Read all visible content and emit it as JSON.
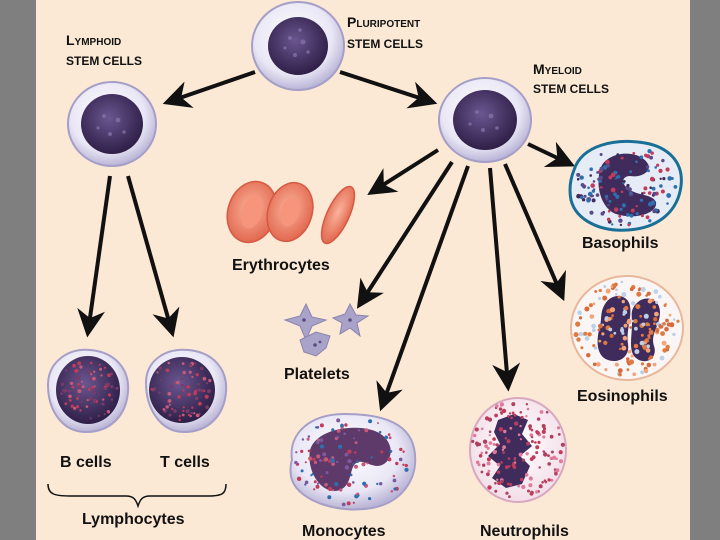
{
  "colors": {
    "page_bg": "#7f7f7f",
    "panel_bg": "#fbe9d6",
    "cell_membrane": "#e8e6f3",
    "nucleus": "#3f2b5c",
    "granule_red": "#c23b5a",
    "granule_blue": "#2f6fb0",
    "basophil_border": "#1a6f97",
    "eosinophil_granule": "#e07a40",
    "erythrocyte": "#ef7a5e",
    "arrow": "#111111"
  },
  "labels": {
    "pluripotent_line1": "Pluripotent",
    "pluripotent_line2": "stem cells",
    "lymphoid_line1": "Lymphoid",
    "lymphoid_line2": "stem cells",
    "myeloid_line1": "Myeloid",
    "myeloid_line2": "stem cells",
    "erythrocytes": "Erythrocytes",
    "platelets": "Platelets",
    "basophils": "Basophils",
    "eosinophils": "Eosinophils",
    "b_cells": "B cells",
    "t_cells": "T cells",
    "lymphocytes": "Lymphocytes",
    "monocytes": "Monocytes",
    "neutrophils": "Neutrophils"
  }
}
